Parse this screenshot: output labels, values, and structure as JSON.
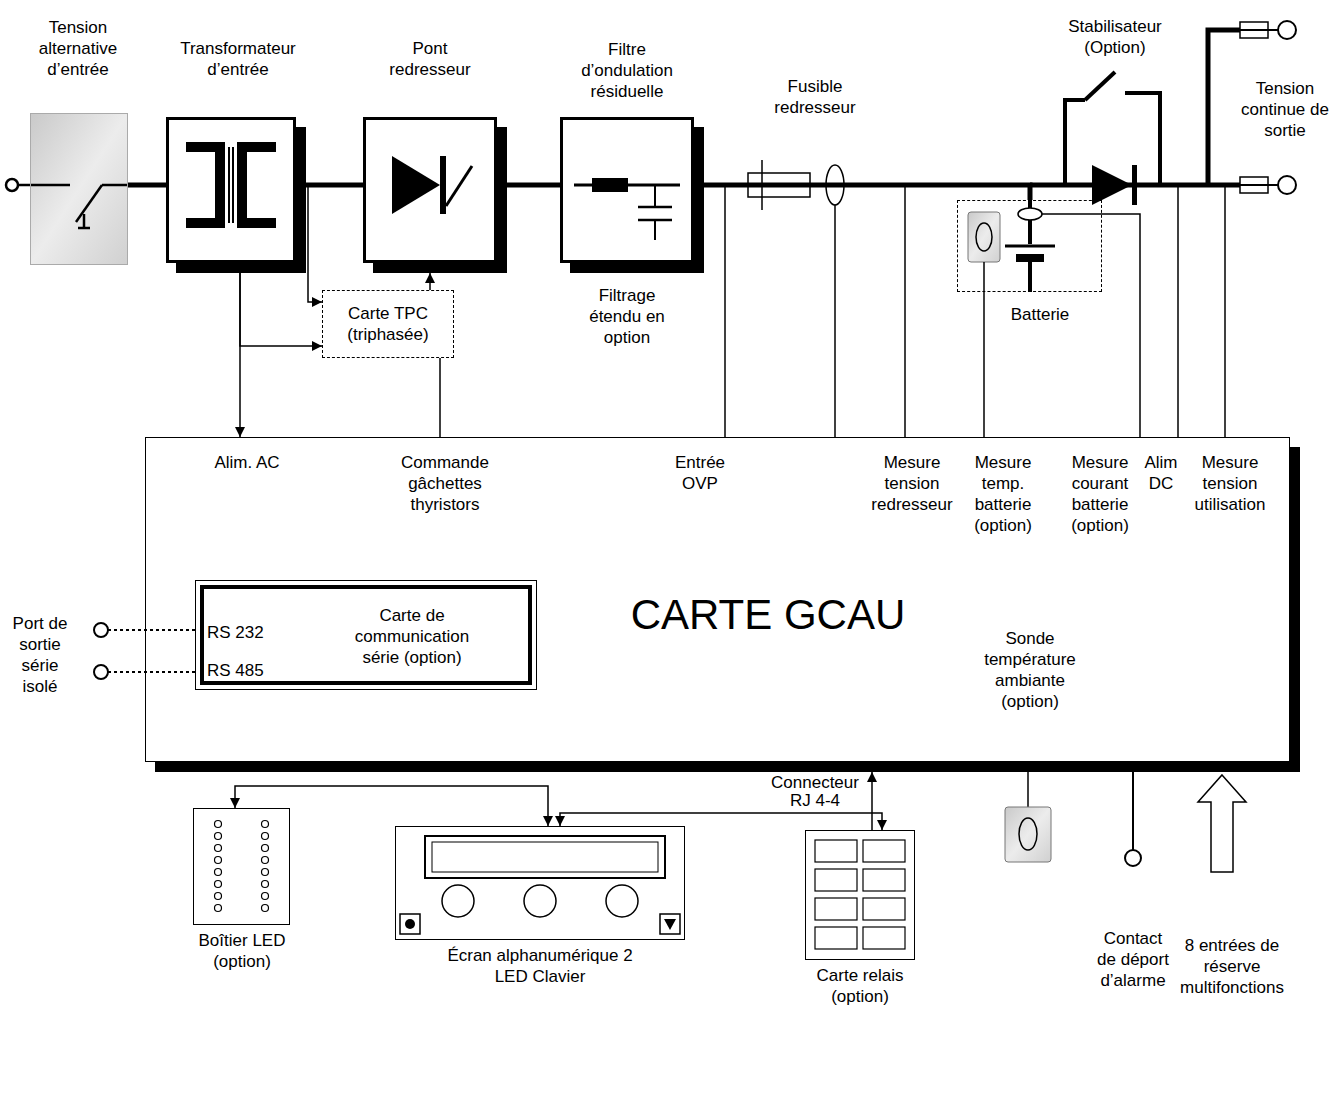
{
  "diagram": {
    "nodes": [
      {
        "text": [
          "Tension alternative d’entrée"
        ]
      },
      {
        "text": [
          "Transformateur d’entrée"
        ]
      },
      {
        "text": [
          "Pont redresseur"
        ]
      },
      {
        "text": [
          "Filtre d’ondulation résiduelle",
          "Filtrage étendu en option"
        ]
      },
      {
        "text": [
          "Carte TPC (triphasée)"
        ]
      },
      {
        "text": [
          "Batterie"
        ]
      },
      {
        "text": [
          "CARTE GCAU",
          "Alim. AC",
          "Commande gâchettes thyristors",
          "Entrée OVP",
          "Mesure tension redresseur",
          "Mesure temp. batterie (option)",
          "Mesure courant batterie (option)",
          "Alim DC",
          "Mesure tension utilisation",
          "Sonde température ambiante (option)"
        ]
      },
      {
        "text": [
          "RS 232",
          "RS 485",
          "Carte de communication série (option)"
        ],
        "in": 6
      },
      {
        "text": [
          "Boîtier LED (option)"
        ]
      },
      {
        "text": [
          "Écran alphanumérique 2 LED Clavier"
        ]
      },
      {
        "text": [
          "Carte relais (option)"
        ]
      }
    ],
    "edges": [
      {
        "from": 0,
        "to": 1,
        "arrow": "none"
      },
      {
        "from": 1,
        "to": 2,
        "arrow": "none"
      },
      {
        "from": 2,
        "to": 3,
        "arrow": "none"
      },
      {
        "from": 1,
        "to": 4,
        "arrow": "to"
      },
      {
        "from": 1,
        "to": 4,
        "arrow": "to"
      },
      {
        "from": 1,
        "to": 6,
        "arrow": "to"
      },
      {
        "from": 4,
        "to": 2,
        "arrow": "to"
      },
      {
        "from": 4,
        "to": 6,
        "arrow": "none"
      },
      {
        "from": 3,
        "to": 5,
        "arrow": "none"
      },
      {
        "from": 5,
        "to": 6,
        "arrow": "none"
      },
      {
        "from": 5,
        "to": 6,
        "arrow": "none"
      },
      {
        "from": 8,
        "to": 9,
        "arrow": "both"
      },
      {
        "from": 9,
        "to": 10,
        "arrow": "both"
      },
      {
        "from": 10,
        "to": 6,
        "arrow": "to"
      }
    ],
    "labels": [
      "Fusible redresseur",
      "Stabilisateur (Option)",
      "Tension continue de sortie",
      "Port de sortie série isolé",
      "Connecteur RJ 4-4",
      "Contact de déport d’alarme",
      "8 entrées de réserve multifonctions"
    ]
  }
}
